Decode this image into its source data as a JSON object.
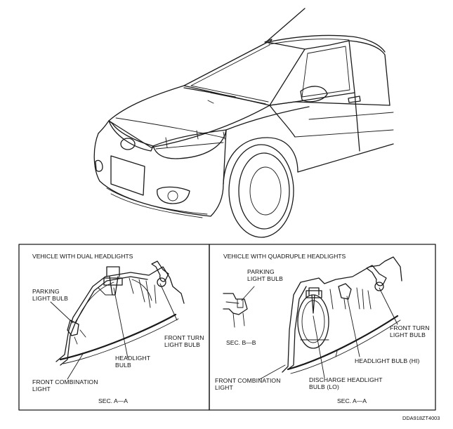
{
  "left_panel": {
    "title": "VEHICLE WITH DUAL HEADLIGHTS",
    "parking_light_bulb": "PARKING\nLIGHT BULB",
    "headlight_bulb": "HEADLIGHT\nBULB",
    "front_turn_light_bulb": "FRONT TURN\nLIGHT BULB",
    "front_combination_light": "FRONT COMBINATION\nLIGHT",
    "section": "SEC. A—A"
  },
  "right_panel": {
    "title": "VEHICLE WITH QUADRUPLE HEADLIGHTS",
    "parking_light_bulb": "PARKING\nLIGHT BULB",
    "section_b": "SEC. B—B",
    "front_turn_light_bulb": "FRONT TURN\nLIGHT BULB",
    "headlight_bulb_hi": "HEADLIGHT BULB  (HI)",
    "front_combination_light": "FRONT COMBINATION\nLIGHT",
    "discharge_headlight_bulb_lo": "DISCHARGE HEADLIGHT\nBULB (LO)",
    "section_a": "SEC. A—A"
  },
  "figure_code": "DDA918ZT4003"
}
